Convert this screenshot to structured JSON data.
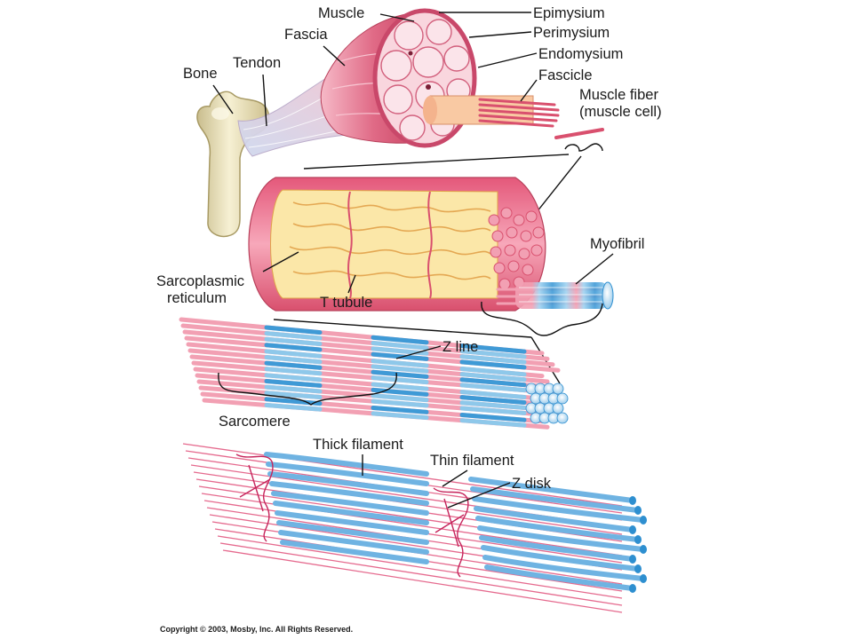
{
  "labels": {
    "muscle": "Muscle",
    "fascia": "Fascia",
    "tendon": "Tendon",
    "bone": "Bone",
    "epimysium": "Epimysium",
    "perimysium": "Perimysium",
    "endomysium": "Endomysium",
    "fascicle": "Fascicle",
    "muscle_fiber_1": "Muscle fiber",
    "muscle_fiber_2": "(muscle cell)",
    "myofibril": "Myofibril",
    "sarcoplasmic_1": "Sarcoplasmic",
    "sarcoplasmic_2": "reticulum",
    "t_tubule": "T tubule",
    "z_line": "Z line",
    "sarcomere": "Sarcomere",
    "thick_filament": "Thick filament",
    "thin_filament": "Thin filament",
    "z_disk": "Z disk"
  },
  "copyright": "Copyright © 2003, Mosby, Inc. All Rights Reserved.",
  "colors": {
    "muscle_pink": "#d9506e",
    "muscle_light": "#f4a3b4",
    "reticulum_yellow": "#fbe7a8",
    "filament_blue": "#8ec8ea",
    "filament_dark_blue": "#2e8fd0",
    "bone": "#efe6bf"
  }
}
